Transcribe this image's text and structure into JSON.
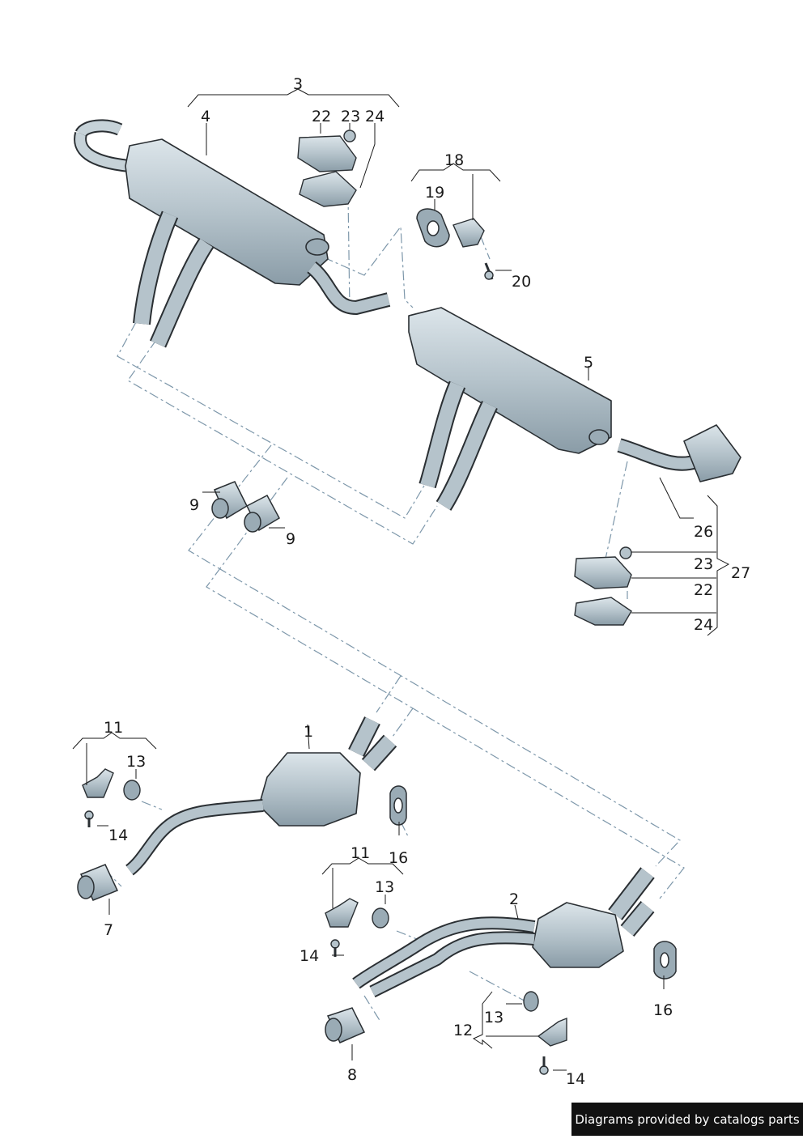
{
  "labels": {
    "l1": "1",
    "l2": "2",
    "l3": "3",
    "l4": "4",
    "l5": "5",
    "l7": "7",
    "l8": "8",
    "l9a": "9",
    "l9b": "9",
    "l11a": "11",
    "l11b": "11",
    "l12": "12",
    "l13a": "13",
    "l13b": "13",
    "l13c": "13",
    "l14a": "14",
    "l14b": "14",
    "l14c": "14",
    "l16a": "16",
    "l16b": "16",
    "l18": "18",
    "l19": "19",
    "l20": "20",
    "l22a": "22",
    "l22b": "22",
    "l23a": "23",
    "l23b": "23",
    "l24a": "24",
    "l24b": "24",
    "l26": "26",
    "l27": "27"
  },
  "footer": {
    "credit": "Diagrams provided by catalogs parts"
  },
  "colors": {
    "part_fill": "#b5c3cb",
    "part_shade": "#8fa2ad",
    "outline": "#2a2f33",
    "dash": "#7d97aa",
    "leader": "#1a1a1a"
  }
}
